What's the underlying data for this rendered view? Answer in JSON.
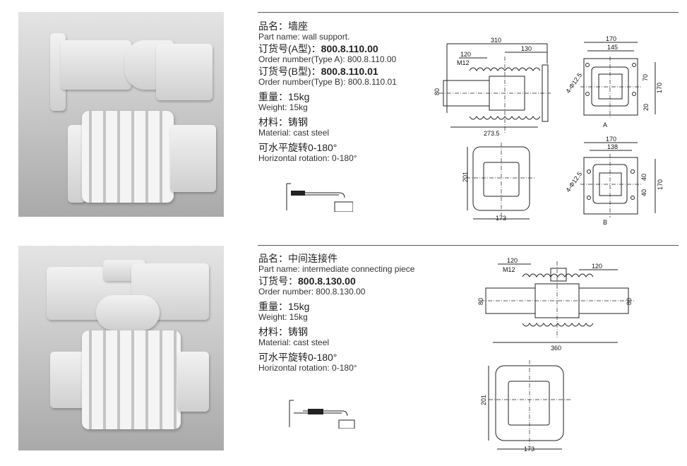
{
  "sections": [
    {
      "cn_name": "品名：墙座",
      "en_name": "Part name: wall support.",
      "order_a_cn_label": "订货号(A型)：",
      "order_a_cn_value": "800.8.110.00",
      "order_a_en": "Order number(Type A): 800.8.110.00",
      "order_b_cn_label": "订货号(B型)：",
      "order_b_cn_value": "800.8.110.01",
      "order_b_en": "Order number(Type B): 800.8.110.01",
      "weight_cn": "重量：15kg",
      "weight_en": "Weight: 15kg",
      "material_cn": "材料：铸钢",
      "material_en": "Material: cast steel",
      "rotation_cn": "可水平旋转0-180°",
      "rotation_en": "Horizontal rotation: 0-180°",
      "dims": {
        "d310": "310",
        "d120": "120",
        "d130": "130",
        "m12": "M12",
        "d80": "80",
        "d273": "273.5",
        "a170": "170",
        "a145": "145",
        "ahole": "4-Φ12.5",
        "a70": "70",
        "a170v": "170",
        "a20": "20",
        "label_a": "A",
        "b201": "201",
        "b173": "173",
        "b170": "170",
        "b138": "138",
        "bhole": "4-Φ12.5",
        "b40a": "40",
        "b40b": "40",
        "b170v": "170",
        "label_b": "B"
      }
    },
    {
      "cn_name": "品名：中间连接件",
      "en_name": "Part name: intermediate connecting piece",
      "order_cn_label": "订货号：",
      "order_cn_value": "800.8.130.00",
      "order_en": "Order number: 800.8.130.00",
      "weight_cn": "重量：15kg",
      "weight_en": "Weight: 15kg",
      "material_cn": "材料：铸钢",
      "material_en": "Material: cast steel",
      "rotation_cn": "可水平旋转0-180°",
      "rotation_en": "Horizontal rotation: 0-180°",
      "dims": {
        "d120l": "120",
        "d120r": "120",
        "m12": "M12",
        "d80l": "80",
        "d80r": "80",
        "d360": "360",
        "b201": "201",
        "b173": "173"
      }
    }
  ]
}
